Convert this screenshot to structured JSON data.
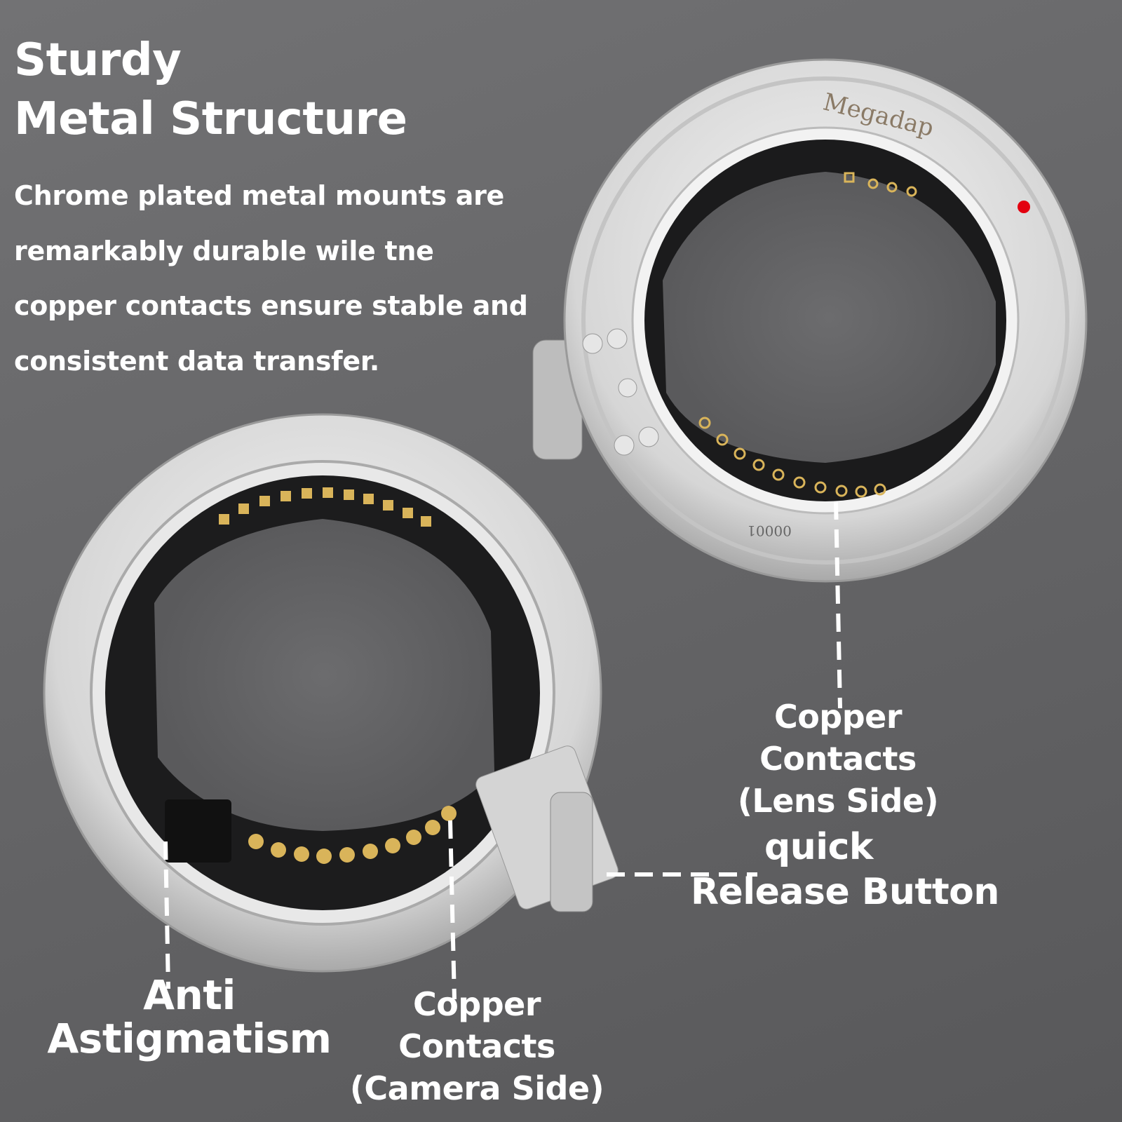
{
  "heading": {
    "line1": "Sturdy",
    "line2": "Metal Structure"
  },
  "description": {
    "lines": [
      "Chrome plated metal mounts are",
      "remarkably durable wile tne",
      "copper contacts ensure stable and",
      "consistent data transfer."
    ]
  },
  "product": {
    "brand_engraving": "Megadap",
    "serial_engraving": "00001",
    "index_dot_color": "#e3000f",
    "contact_color": "#d9b45a"
  },
  "callouts": {
    "lens_side": {
      "line1": "Copper Contacts",
      "line2": "(Lens Side)"
    },
    "release": {
      "line1": "quick",
      "line2": "Release Button"
    },
    "anti": {
      "line1": "Anti",
      "line2": "Astigmatism"
    },
    "camera_side": {
      "line1": "Copper Contacts",
      "line2": "(Camera Side)"
    }
  }
}
